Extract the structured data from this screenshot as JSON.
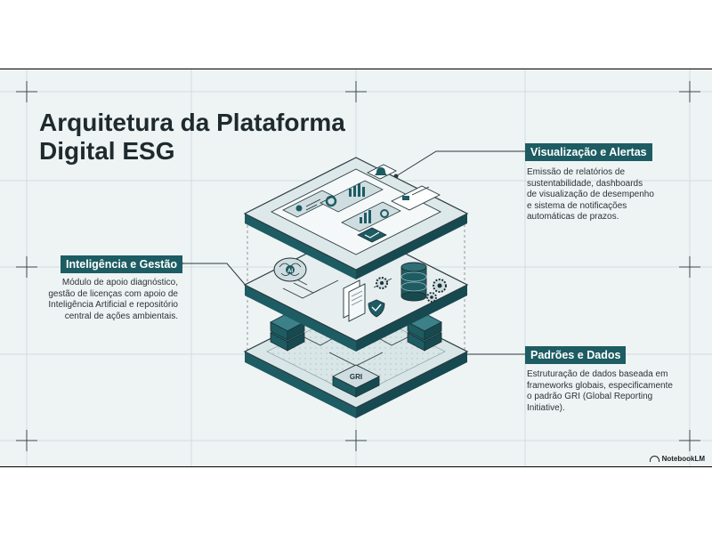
{
  "title_lines": [
    "Arquitetura da Plataforma",
    "Digital ESG"
  ],
  "layers": {
    "top": {
      "tag": "Visualização e Alertas",
      "desc_lines": [
        "Emissão de relatórios de",
        "sustentabilidade, dashboards",
        "de visualização de desempenho",
        "e sistema de notificações",
        "automáticas de prazos."
      ]
    },
    "middle": {
      "tag": "Inteligência e Gestão",
      "desc_lines": [
        "Módulo de apoio diagnóstico,",
        "gestão de licenças com apoio de",
        "Inteligência Artificial e repositório",
        "central de ações ambientais."
      ],
      "chip_label": "AI"
    },
    "bottom": {
      "tag": "Padrões e Dados",
      "desc_lines": [
        "Estruturação de dados baseada em",
        "frameworks globais, especificamente",
        "o padrão GRI (Global Reporting",
        "Initiative)."
      ],
      "badge_label": "GRI"
    }
  },
  "brand": "NotebookLM",
  "colors": {
    "accent": "#1d5c63",
    "panel": "#d9e6e8",
    "line": "#2a3a3e",
    "background": "#eef3f4"
  },
  "icons": [
    "crosshair-icon",
    "brain-icon",
    "database-icon",
    "gear-icon",
    "shield-check-icon",
    "document-icon",
    "server-icon",
    "bell-icon",
    "chart-icon",
    "user-card-icon"
  ]
}
